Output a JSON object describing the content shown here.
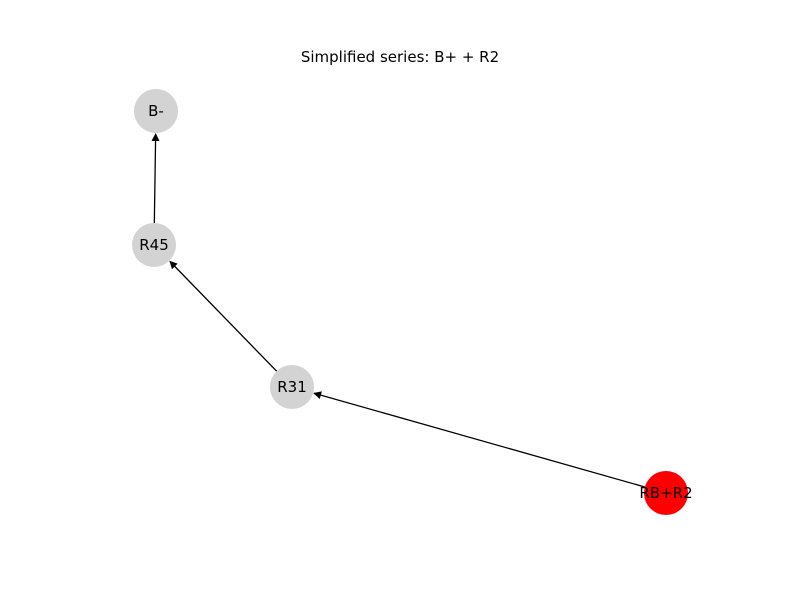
{
  "title": "Simplified series: B+ + R2",
  "nodes": [
    {
      "id": "B-",
      "label": "B-",
      "color": "#d3d3d3"
    },
    {
      "id": "R45",
      "label": "R45",
      "color": "#d3d3d3"
    },
    {
      "id": "R31",
      "label": "R31",
      "color": "#d3d3d3"
    },
    {
      "id": "RB+R2",
      "label": "RB+R2",
      "color": "#ff0000"
    }
  ],
  "edges": [
    {
      "from": "RB+R2",
      "to": "R31"
    },
    {
      "from": "R31",
      "to": "R45"
    },
    {
      "from": "R45",
      "to": "B-"
    }
  ]
}
